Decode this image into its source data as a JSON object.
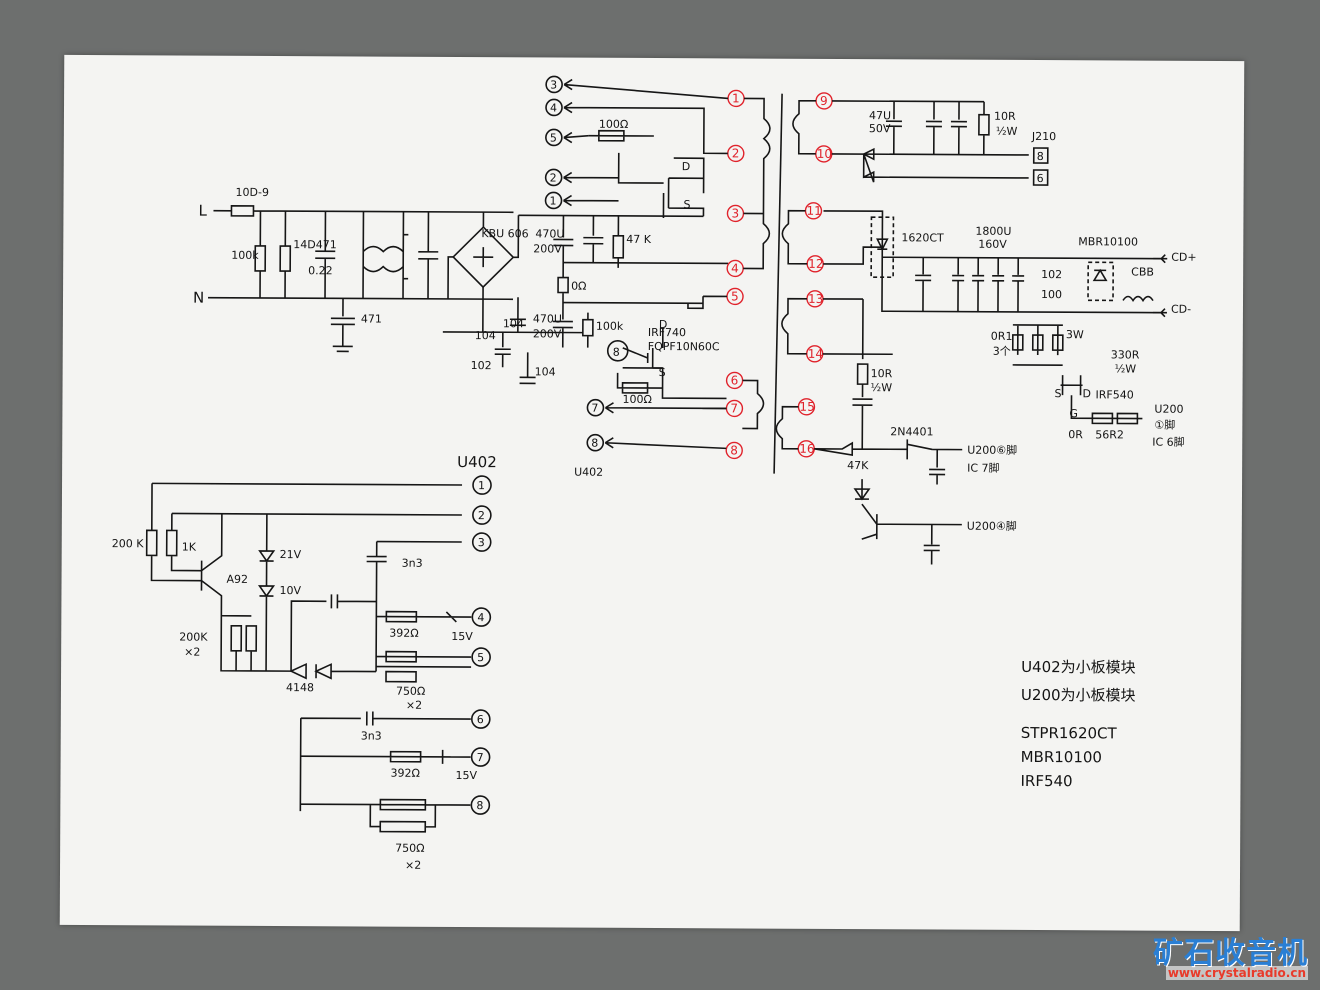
{
  "input": {
    "line": "L",
    "neutral": "N",
    "fuse": "10D-9"
  },
  "primary_labels": {
    "r_100k": "100k",
    "mov": "14D471",
    "cap_022": "0.22",
    "cap_471": "471",
    "bridge": "KBU 606",
    "cap_470u": "470U",
    "v_200v": "200V",
    "r_47k": "47 K",
    "r_0r": "0Ω",
    "r_100r": "100Ω",
    "cap_470u_b": "470U",
    "v_200v_b": "200V",
    "r_100k_b": "100k",
    "cap_104_a": "104",
    "cap_104_b": "104",
    "cap_102": "102",
    "cap_104_c": "104",
    "mos_top_d": "D",
    "mos_top_s": "S",
    "mos2": "IRF740",
    "mos2b": "FQPF10N60C",
    "mos2_d": "D",
    "mos2_s": "S",
    "r_100r_b": "100Ω",
    "u402": "U402"
  },
  "pins_left": [
    "1",
    "2",
    "3",
    "4",
    "5",
    "6",
    "7",
    "8"
  ],
  "arrows_left": [
    "3",
    "4",
    "5",
    "2",
    "1",
    "7",
    "8"
  ],
  "secondary_pins": [
    "9",
    "10",
    "11",
    "12",
    "13",
    "14",
    "15",
    "16"
  ],
  "secondary_labels": {
    "cap_47u": "47U",
    "v_50v": "50V",
    "r_10r": "10R",
    "w_half": "½W",
    "j210": "J210",
    "box_8": "8",
    "box_6": "6",
    "diode_1620": "1620CT",
    "cap_1800": "1800U",
    "v_160v": "160V",
    "mbr": "MBR10100",
    "cd_plus": "CD+",
    "cd_minus": "CD-",
    "cap_102": "102",
    "r_100": "100",
    "cbb": "CBB",
    "r_0r1": "0R1",
    "n3": "3个",
    "w_3w": "3W",
    "r_330r": "330R",
    "w_half_b": "½W",
    "irf540": "IRF540",
    "g": "G",
    "s": "S",
    "d": "D",
    "r_0r": "0R",
    "r_56r2": "56R2",
    "u200_1": "U200",
    "u200_1_pin": "①脚",
    "ic6": "IC 6脚",
    "r_10r_b": "10R",
    "w_half_c": "½W",
    "q_2n4401": "2N4401",
    "r_47k": "47K",
    "u200_6": "U200⑥脚",
    "ic7": "IC 7脚",
    "u200_4": "U200④脚"
  },
  "u402_module": {
    "title": "U402",
    "pins": [
      "1",
      "2",
      "3",
      "4",
      "5",
      "6",
      "7",
      "8"
    ],
    "r_200k": "200 K",
    "r_1k": "1K",
    "q_a92": "A92",
    "z_21v": "21V",
    "z_10v": "10V",
    "r_200k2": "200K",
    "x2": "×2",
    "cap_3n3": "3n3",
    "r_392": "392Ω",
    "z_15v": "15V",
    "d_4148": "4148",
    "r_750": "750Ω",
    "x2b": "×2",
    "cap_3n3_b": "3n3",
    "r_392_b": "392Ω",
    "z_15v_b": "15V",
    "r_750_b": "750Ω",
    "x2c": "×2"
  },
  "notes": [
    "U402为小板模块",
    "U200为小板模块",
    "STPR1620CT",
    "MBR10100",
    "IRF540"
  ],
  "watermark": {
    "title": "矿石收音机",
    "url": "www.crystalradio.cn"
  },
  "colors": {
    "ink": "#161616",
    "pin_red": "#e0222b",
    "paper": "#f4f4f2"
  }
}
